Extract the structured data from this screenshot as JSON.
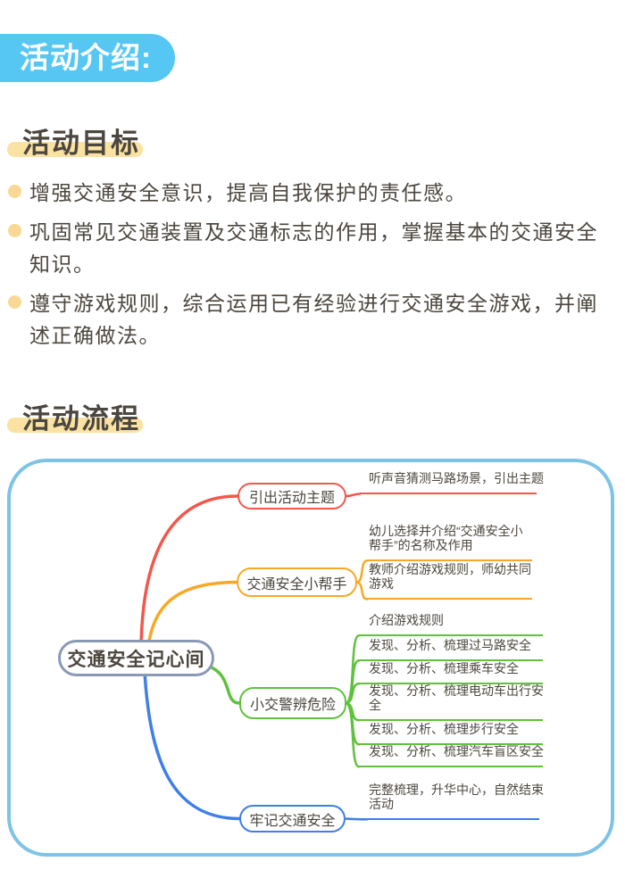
{
  "header": {
    "badge_label": "活动介绍:"
  },
  "goals": {
    "heading": "活动目标",
    "bullets": [
      {
        "lines": [
          "增强交通安全意识，提高自我保护的责任感。"
        ]
      },
      {
        "lines": [
          "巩固常见交通装置及交通标志的作用，掌握基本的交通安全",
          "知识。"
        ]
      },
      {
        "lines": [
          "遵守游戏规则，综合运用已有经验进行交通安全游戏，并阐",
          "述正确做法。"
        ]
      }
    ]
  },
  "flow": {
    "heading": "活动流程",
    "mindmap": {
      "root_label": "交通安全记心间",
      "branches": [
        {
          "label": "引出活动主题",
          "color": "#F0584E",
          "leaves": [
            {
              "lines": [
                "听声音猜测马路场景，引出主题"
              ]
            }
          ]
        },
        {
          "label": "交通安全小帮手",
          "color": "#F9A825",
          "leaves": [
            {
              "lines": [
                "幼儿选择并介绍“交通安全小",
                "帮手”的名称及作用"
              ]
            },
            {
              "lines": [
                "教师介绍游戏规则，师幼共同",
                "游戏"
              ]
            }
          ]
        },
        {
          "label": "小交警辨危险",
          "color": "#5FC13D",
          "leaves": [
            {
              "lines": [
                "介绍游戏规则"
              ]
            },
            {
              "lines": [
                "发现、分析、梳理过马路安全"
              ]
            },
            {
              "lines": [
                "发现、分析、梳理乘车安全"
              ]
            },
            {
              "lines": [
                "发现、分析、梳理电动车出行安",
                "全"
              ]
            },
            {
              "lines": [
                "发现、分析、梳理步行安全"
              ]
            },
            {
              "lines": [
                "发现、分析、梳理汽车盲区安全"
              ]
            }
          ]
        },
        {
          "label": "牢记交通安全",
          "color": "#3E7FE8",
          "leaves": [
            {
              "lines": [
                "完整梳理，升华中心，自然结束",
                "活动"
              ]
            }
          ]
        }
      ]
    }
  },
  "colors": {
    "badge_bg": "#56C7F2",
    "badge_text": "#FFFFFF",
    "heading_highlight": "#FAE3A2",
    "bullet_dot": "#F8D894",
    "text_dark": "#4C463E",
    "map_container_border": "#7EC3E5",
    "root_node_border": "#8A99B4",
    "branch_red": "#F0584E",
    "branch_orange": "#F9A825",
    "branch_green": "#5FC13D",
    "branch_blue": "#3E7FE8"
  }
}
